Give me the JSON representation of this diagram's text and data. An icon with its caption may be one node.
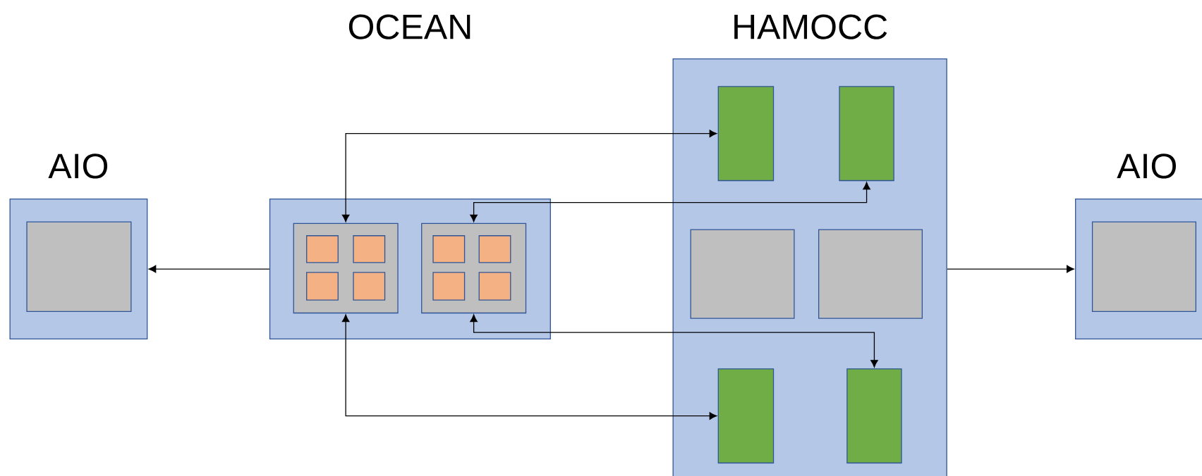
{
  "diagram": {
    "nodes": [
      {
        "text": [
          "AIO"
        ]
      },
      {
        "text": [],
        "shape": "box",
        "in": 0
      },
      {
        "text": [
          "OCEAN"
        ]
      },
      {
        "text": [],
        "shape": "box",
        "in": 2
      },
      {
        "text": [],
        "shape": "box",
        "in": 3
      },
      {
        "text": [],
        "shape": "box",
        "in": 3
      },
      {
        "text": [],
        "shape": "box",
        "in": 3
      },
      {
        "text": [],
        "shape": "box",
        "in": 3
      },
      {
        "text": [],
        "shape": "box",
        "in": 2
      },
      {
        "text": [],
        "shape": "box",
        "in": 8
      },
      {
        "text": [],
        "shape": "box",
        "in": 8
      },
      {
        "text": [],
        "shape": "box",
        "in": 8
      },
      {
        "text": [],
        "shape": "box",
        "in": 8
      },
      {
        "text": [
          "HAMOCC"
        ]
      },
      {
        "text": [],
        "shape": "box",
        "in": 13
      },
      {
        "text": [],
        "shape": "box",
        "in": 13
      },
      {
        "text": [],
        "shape": "box",
        "in": 13
      },
      {
        "text": [],
        "shape": "box",
        "in": 13
      },
      {
        "text": [],
        "shape": "box",
        "in": 13
      },
      {
        "text": [],
        "shape": "box",
        "in": 13
      },
      {
        "text": [
          "AIO"
        ]
      },
      {
        "text": [],
        "shape": "box",
        "in": 20
      }
    ],
    "edges": [
      {
        "from": 2,
        "to": 0,
        "arrow": "to"
      },
      {
        "from": 3,
        "to": 14,
        "arrow": "both"
      },
      {
        "from": 8,
        "to": 15,
        "arrow": "both"
      },
      {
        "from": 8,
        "to": 19,
        "arrow": "both"
      },
      {
        "from": 3,
        "to": 18,
        "arrow": "both"
      },
      {
        "from": 13,
        "to": 20,
        "arrow": "to"
      }
    ]
  }
}
